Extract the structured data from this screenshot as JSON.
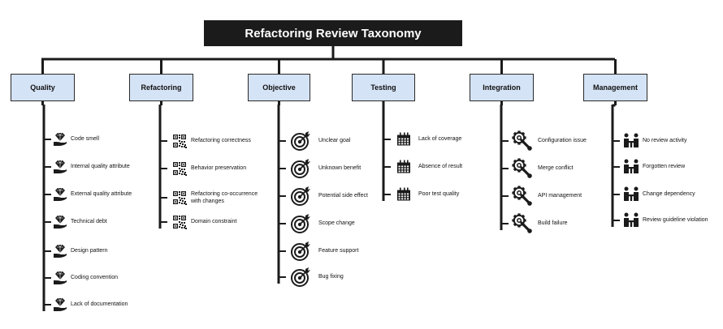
{
  "title": "Refactoring Review Taxonomy",
  "categories": [
    {
      "label": "Quality",
      "icon": "diamond-hand-icon",
      "items": [
        "Code smell",
        "Internal quality attribute",
        "External quality attribute",
        "Technical debt",
        "Design pattern",
        "Coding convention",
        "Lack of documentation"
      ]
    },
    {
      "label": "Refactoring",
      "icon": "qr-code-icon",
      "items": [
        "Refactoring correctness",
        "Behavior preservation",
        "Refactoring co-occurrence with changes",
        "Domain constraint"
      ]
    },
    {
      "label": "Objective",
      "icon": "target-icon",
      "items": [
        "Unclear goal",
        "Unknown benefit",
        "Potential side effect",
        "Scope change",
        "Feature support",
        "Bug fixing"
      ]
    },
    {
      "label": "Testing",
      "icon": "calendar-icon",
      "items": [
        "Lack of coverage",
        "Absence of result",
        "Poor test quality"
      ]
    },
    {
      "label": "Integration",
      "icon": "gear-wrench-icon",
      "items": [
        "Configuration issue",
        "Merge conflict",
        "API management",
        "Build failure"
      ]
    },
    {
      "label": "Management",
      "icon": "people-meeting-icon",
      "items": [
        "No review activity",
        "Forgotten review",
        "Change dependency",
        "Review guideline violation"
      ]
    }
  ]
}
